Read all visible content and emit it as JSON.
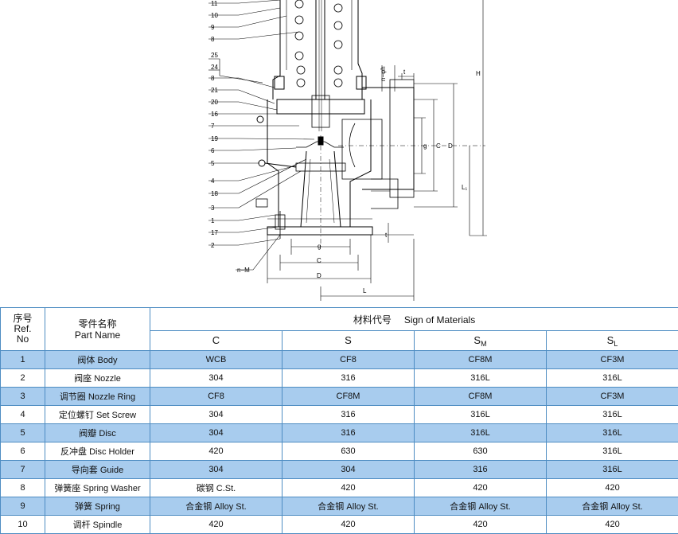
{
  "drawing": {
    "callouts_top": [
      "11",
      "10",
      "9",
      "8"
    ],
    "callouts_mid": [
      "25",
      "24",
      "8",
      "21",
      "20",
      "16",
      "7",
      "19",
      "6",
      "5",
      "4",
      "18",
      "3",
      "1",
      "17",
      "2"
    ],
    "dim_labels": {
      "H": "H",
      "n_phi_h": "n−φh",
      "t_right": "t",
      "g_right": "g",
      "C_right": "C",
      "D_right": "D",
      "L1": "L₁",
      "t_bottom": "t",
      "g_bottom": "g",
      "C_bottom": "C",
      "D_bottom": "D",
      "L_bottom": "L",
      "n_M": "n−M"
    }
  },
  "table": {
    "header": {
      "no_cn": "序号",
      "no_en1": "Ref.",
      "no_en2": "No",
      "part_cn": "零件名称",
      "part_en": "Part Name",
      "materials_cn": "材料代号",
      "materials_en": "Sign of Materials",
      "grades": [
        {
          "main": "C",
          "sub": ""
        },
        {
          "main": "S",
          "sub": ""
        },
        {
          "main": "S",
          "sub": "M"
        },
        {
          "main": "S",
          "sub": "L"
        }
      ]
    },
    "rows": [
      {
        "no": "1",
        "part": "阀体  Body",
        "c": "WCB",
        "s": "CF8",
        "sm": "CF8M",
        "sl": "CF3M"
      },
      {
        "no": "2",
        "part": "阀座 Nozzle",
        "c": "304",
        "s": "316",
        "sm": "316L",
        "sl": "316L"
      },
      {
        "no": "3",
        "part": "调节圈 Nozzle Ring",
        "c": "CF8",
        "s": "CF8M",
        "sm": "CF8M",
        "sl": "CF3M"
      },
      {
        "no": "4",
        "part": "定位螺钉 Set Screw",
        "c": "304",
        "s": "316",
        "sm": "316L",
        "sl": "316L"
      },
      {
        "no": "5",
        "part": "阀瓣 Disc",
        "c": "304",
        "s": "316",
        "sm": "316L",
        "sl": "316L"
      },
      {
        "no": "6",
        "part": "反冲盘 Disc Holder",
        "c": "420",
        "s": "630",
        "sm": "630",
        "sl": "316L"
      },
      {
        "no": "7",
        "part": "导向套 Guide",
        "c": "304",
        "s": "304",
        "sm": "316",
        "sl": "316L"
      },
      {
        "no": "8",
        "part": "弹簧座 Spring Washer",
        "c": "碳钢 C.St.",
        "s": "420",
        "sm": "420",
        "sl": "420"
      },
      {
        "no": "9",
        "part": "弹簧 Spring",
        "c": "合金钢  Alloy St.",
        "s": "合金钢 Alloy St.",
        "sm": "合金钢 Alloy St.",
        "sl": "合金钢 Alloy St."
      },
      {
        "no": "10",
        "part": "调杆 Spindle",
        "c": "420",
        "s": "420",
        "sm": "420",
        "sl": "420"
      }
    ]
  }
}
